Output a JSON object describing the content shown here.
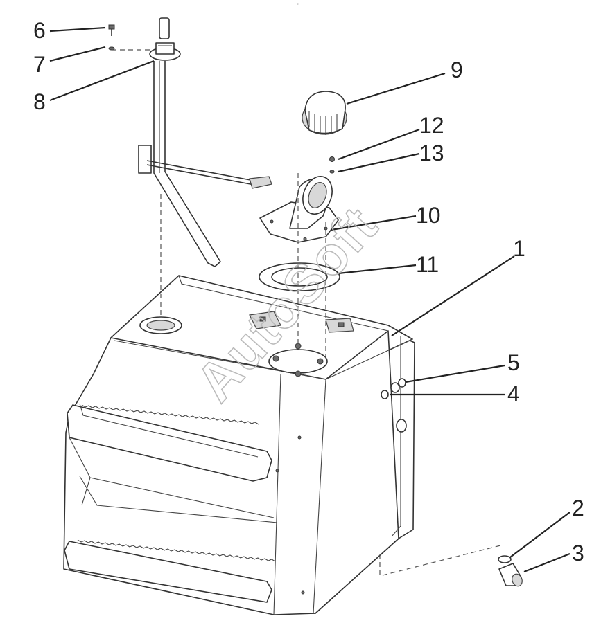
{
  "diagram": {
    "top_mark": "°—",
    "watermark": "AutoSoft",
    "callouts": [
      {
        "id": "1",
        "label": "1"
      },
      {
        "id": "2",
        "label": "2"
      },
      {
        "id": "3",
        "label": "3"
      },
      {
        "id": "4",
        "label": "4"
      },
      {
        "id": "5",
        "label": "5"
      },
      {
        "id": "6",
        "label": "6"
      },
      {
        "id": "7",
        "label": "7"
      },
      {
        "id": "8",
        "label": "8"
      },
      {
        "id": "9",
        "label": "9"
      },
      {
        "id": "10",
        "label": "10"
      },
      {
        "id": "11",
        "label": "11"
      },
      {
        "id": "12",
        "label": "12"
      },
      {
        "id": "13",
        "label": "13"
      }
    ]
  }
}
